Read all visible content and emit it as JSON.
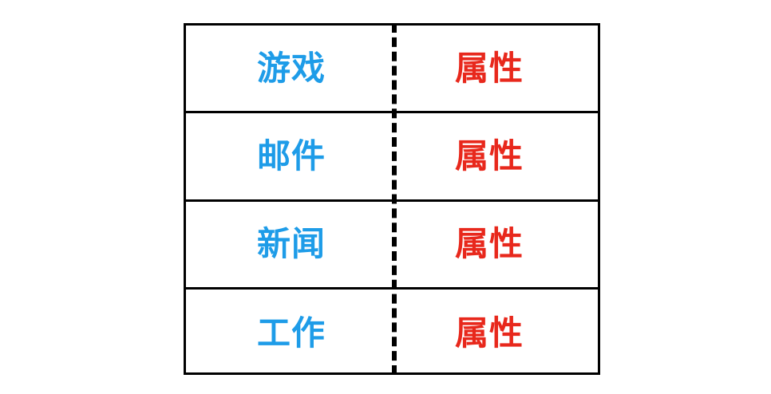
{
  "page": {
    "background_color": "#ffffff",
    "border_color": "#000000"
  },
  "table": {
    "name": "category-attribute-pairs",
    "columns": [
      {
        "key": "category",
        "color": "#1e9ce8"
      },
      {
        "key": "attribute",
        "color": "#e8281c"
      }
    ],
    "divider": {
      "style": "dashed",
      "color": "#000000"
    },
    "rows": [
      {
        "category": "游戏",
        "attribute": "属性"
      },
      {
        "category": "邮件",
        "attribute": "属性"
      },
      {
        "category": "新闻",
        "attribute": "属性"
      },
      {
        "category": "工作",
        "attribute": "属性"
      }
    ]
  }
}
